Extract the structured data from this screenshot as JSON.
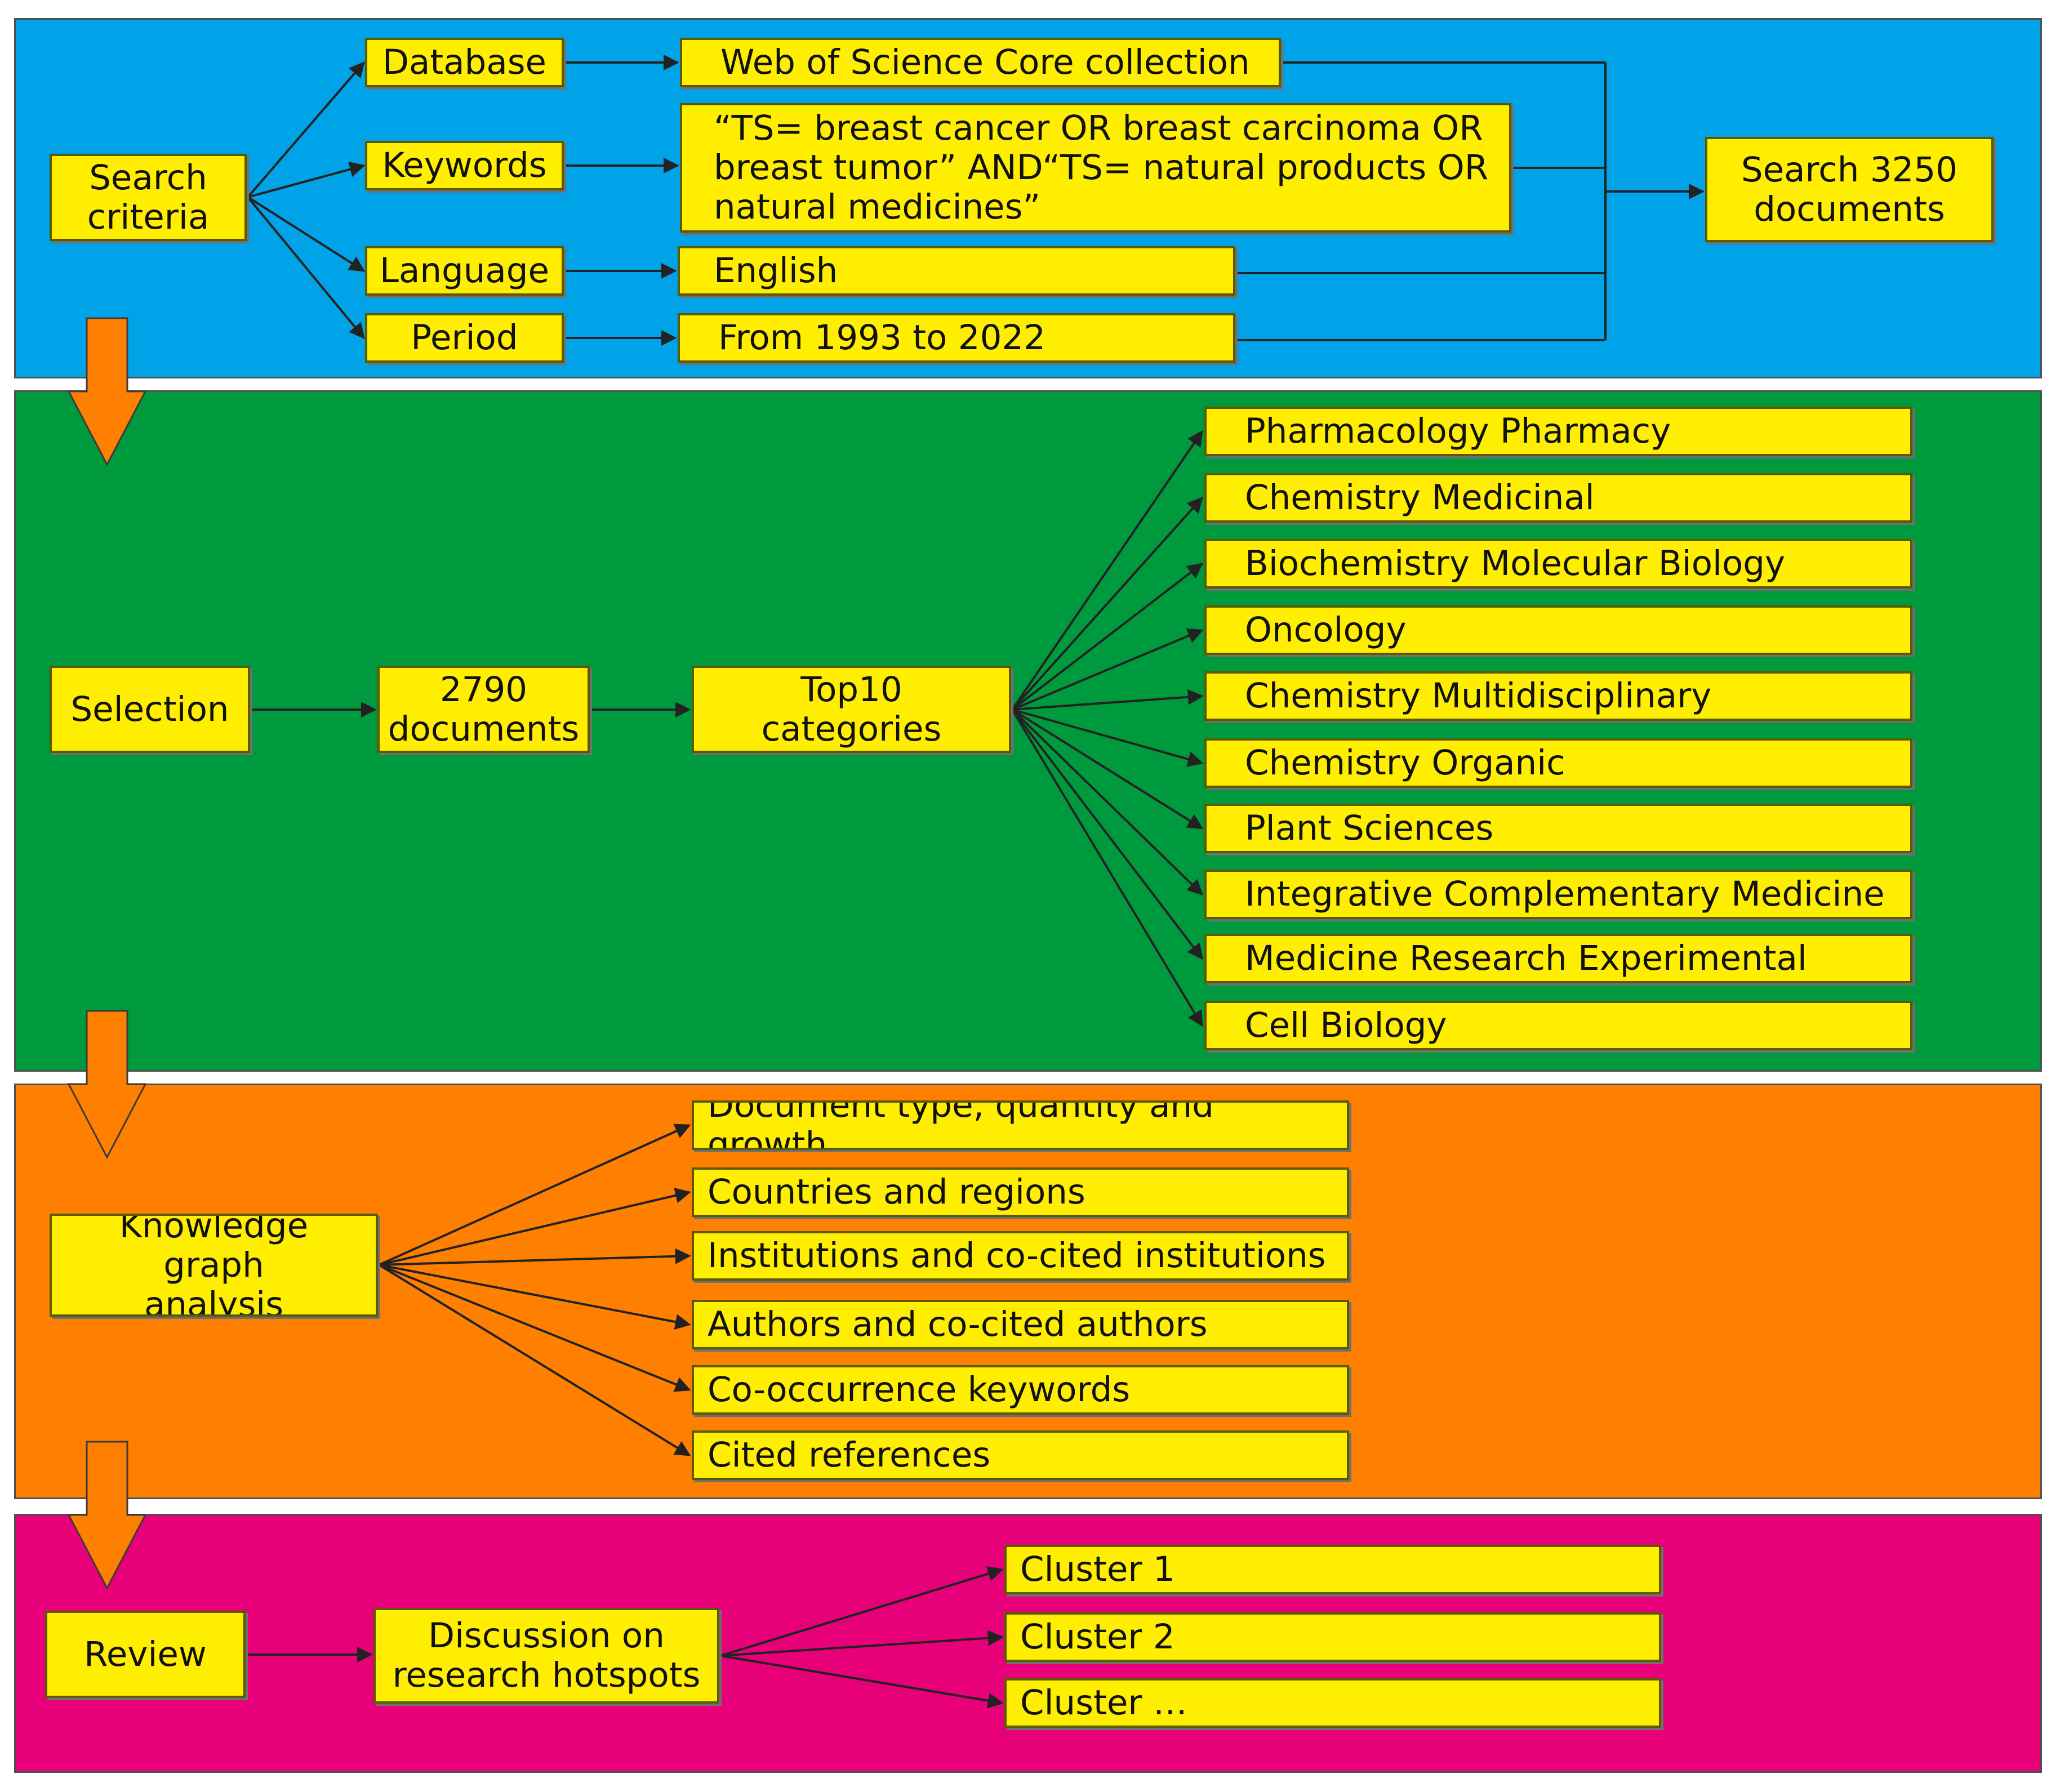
{
  "panels": {
    "search": {
      "color": "#00a3e8"
    },
    "selection": {
      "color": "#009a3e"
    },
    "analysis": {
      "color": "#ff8000"
    },
    "review": {
      "color": "#e8007a"
    }
  },
  "flow_arrow_color": "#ff8000",
  "search": {
    "root": "Search\ncriteria",
    "database": "Database",
    "keywords": "Keywords",
    "language": "Language",
    "period": "Period",
    "database_value": "Web of Science Core collection",
    "keywords_value": "“TS= breast cancer OR breast carcinoma OR\nbreast tumor” AND“TS= natural products OR\nnatural medicines”",
    "language_value": "English",
    "period_value": "From 1993 to 2022",
    "result": "Search 3250\ndocuments"
  },
  "selection": {
    "root": "Selection",
    "documents": "2790\ndocuments",
    "top": "Top10 categories",
    "categories": [
      "Pharmacology Pharmacy",
      "Chemistry Medicinal",
      "Biochemistry Molecular Biology",
      "Oncology",
      "Chemistry Multidisciplinary",
      "Chemistry Organic",
      "Plant Sciences",
      "Integrative Complementary Medicine",
      "Medicine Research Experimental",
      "Cell Biology"
    ]
  },
  "analysis": {
    "root": "Knowledge graph\nanalysis",
    "items": [
      "Document type, quantity and growth",
      "Countries and regions",
      "Institutions and co-cited institutions",
      "Authors and co-cited authors",
      "Co-occurrence keywords",
      "Cited references"
    ]
  },
  "review": {
    "root": "Review",
    "discussion": "Discussion on\nresearch hotspots",
    "clusters": [
      "Cluster 1",
      "Cluster 2",
      "Cluster …"
    ]
  }
}
